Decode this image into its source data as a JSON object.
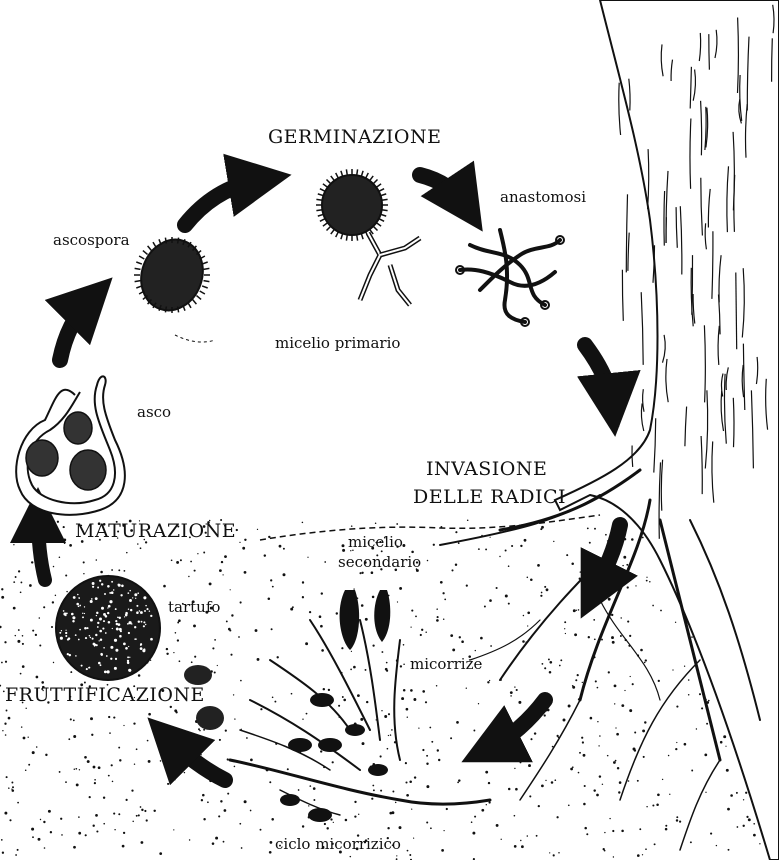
{
  "diagram": {
    "stages": {
      "germination": "GERMINAZIONE",
      "root_invasion_line1": "INVASIONE",
      "root_invasion_line2": "DELLE RADICI",
      "maturation": "MATURAZIONE",
      "fruiting": "FRUTTIFICAZIONE"
    },
    "labels": {
      "ascospore": "ascospora",
      "anastomosis": "anastomosi",
      "primary_mycelium": "micelio primario",
      "ascus": "asco",
      "secondary_mycelium_line1": "micelio",
      "secondary_mycelium_line2": "secondario",
      "truffle": "tartufo",
      "mycorrhizae": "micorrize",
      "mycorrhizal_cycle": "ciclo micorrizico"
    },
    "illustrations": [
      "ascospore-drawing",
      "germinating-spore-drawing",
      "anastomosis-hyphae-drawing",
      "tree-trunk-drawing",
      "root-system-drawing",
      "ascus-drawing",
      "truffle-drawing",
      "mycorrhizae-drawing",
      "cycle-arrows"
    ],
    "colors": {
      "ink": "#111111",
      "paper": "#ffffff"
    }
  }
}
